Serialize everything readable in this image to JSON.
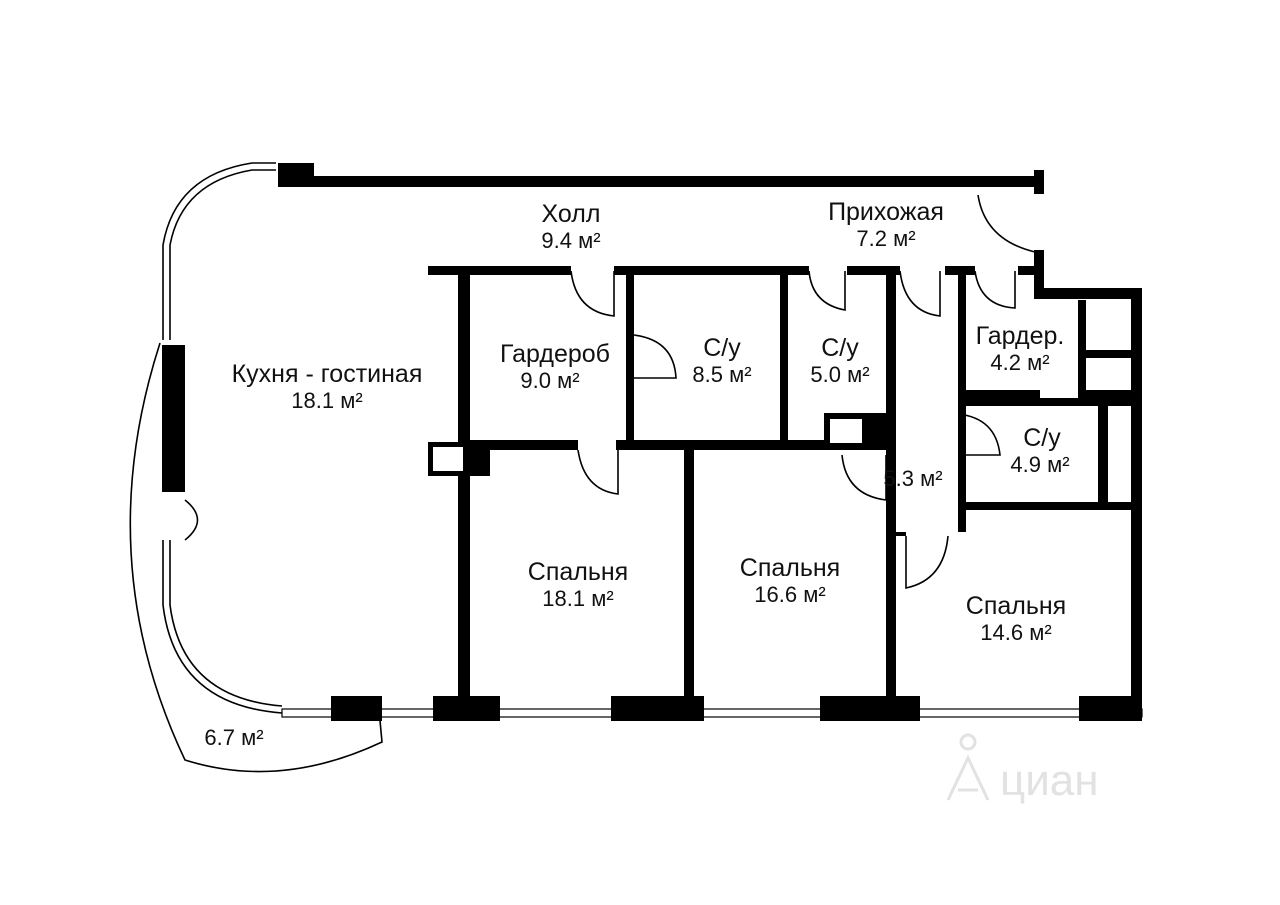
{
  "plan": {
    "rooms": [
      {
        "id": "kitchen",
        "name": "Кухня - гостиная",
        "area": "18.1 м²"
      },
      {
        "id": "hall",
        "name": "Холл",
        "area": "9.4 м²"
      },
      {
        "id": "entry",
        "name": "Прихожая",
        "area": "7.2 м²"
      },
      {
        "id": "wardrobe",
        "name": "Гардероб",
        "area": "9.0 м²"
      },
      {
        "id": "bath1",
        "name": "С/у",
        "area": "8.5 м²"
      },
      {
        "id": "bath2",
        "name": "С/у",
        "area": "5.0 м²"
      },
      {
        "id": "wardrobe2",
        "name": "Гардер.",
        "area": "4.2 м²"
      },
      {
        "id": "bath3",
        "name": "С/у",
        "area": "4.9 м²"
      },
      {
        "id": "corridor",
        "name": "",
        "area": "5.3 м²"
      },
      {
        "id": "bed1",
        "name": "Спальня",
        "area": "18.1 м²"
      },
      {
        "id": "bed2",
        "name": "Спальня",
        "area": "16.6 м²"
      },
      {
        "id": "bed3",
        "name": "Спальня",
        "area": "14.6 м²"
      },
      {
        "id": "balcony",
        "name": "",
        "area": "6.7 м²"
      }
    ],
    "watermark": "циан"
  }
}
